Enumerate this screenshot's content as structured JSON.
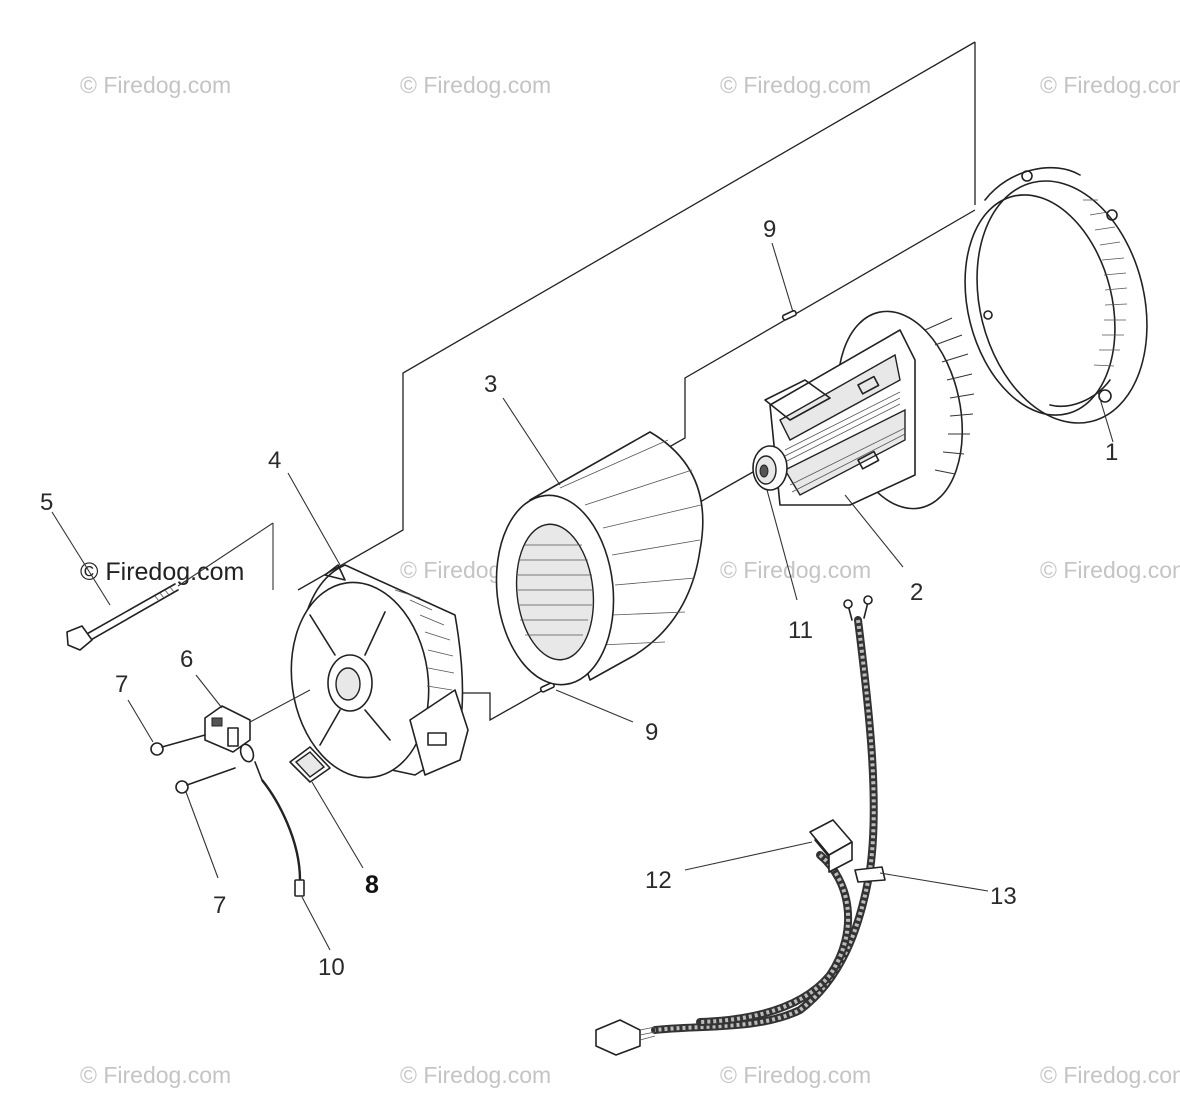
{
  "watermark": "© Firedog.com",
  "callouts": {
    "p1": "1",
    "p2": "2",
    "p3": "3",
    "p4": "4",
    "p5": "5",
    "p6": "6",
    "p7a": "7",
    "p7b": "7",
    "p8": "8",
    "p9a": "9",
    "p9b": "9",
    "p10": "10",
    "p11": "11",
    "p12": "12",
    "p13": "13"
  },
  "icons": {
    "rear-bearing-carrier": "rear-bearing-carrier-icon",
    "rotor": "rotor-icon",
    "stator": "stator-icon",
    "front-adapter": "front-adapter-icon",
    "through-bolt": "through-bolt-icon",
    "brush-holder": "brush-holder-icon",
    "screw": "screw-icon",
    "bridge-rectifier": "rectifier-icon",
    "dowel-pin": "dowel-pin-icon",
    "ground-wire": "ground-wire-icon",
    "bearing": "bearing-icon",
    "connector": "connector-icon",
    "wiring-harness": "wiring-harness-icon"
  },
  "colors": {
    "line": "#222222",
    "watermark": "#c4c4c4",
    "background": "#ffffff"
  }
}
